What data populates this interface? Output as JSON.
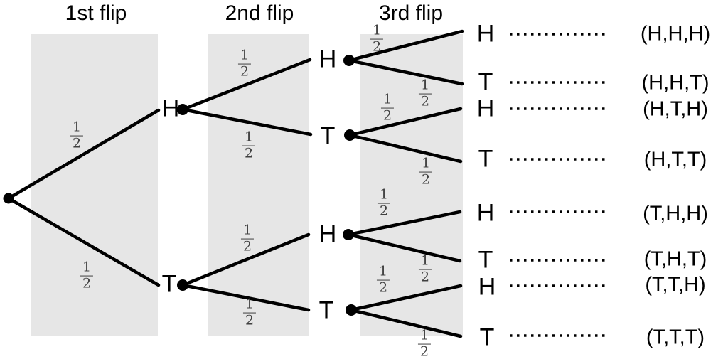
{
  "diagram": {
    "columns": [
      {
        "label": "1st flip"
      },
      {
        "label": "2nd flip"
      },
      {
        "label": "3rd flip"
      }
    ],
    "probability": {
      "num": "1",
      "den": "2"
    },
    "nodes": {
      "h1": {
        "label": "H"
      },
      "t1": {
        "label": "T"
      },
      "hh": {
        "label": "H"
      },
      "ht": {
        "label": "T"
      },
      "th": {
        "label": "H"
      },
      "tt": {
        "label": "T"
      }
    },
    "leaves": [
      {
        "label": "H"
      },
      {
        "label": "T"
      },
      {
        "label": "H"
      },
      {
        "label": "T"
      },
      {
        "label": "H"
      },
      {
        "label": "T"
      },
      {
        "label": "H"
      },
      {
        "label": "T"
      }
    ],
    "outcomes": [
      "(H,H,H)",
      "(H,H,T)",
      "(H,T,H)",
      "(H,T,T)",
      "(T,H,H)",
      "(T,H,T)",
      "(T,T,H)",
      "(T,T,T)"
    ],
    "colors": {
      "band": "#e6e6e6",
      "line": "#000000",
      "fraction_text": "#404040"
    }
  }
}
